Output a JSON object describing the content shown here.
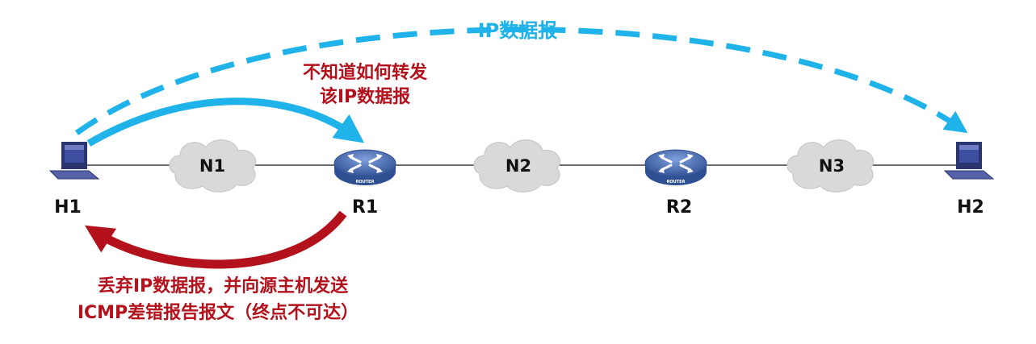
{
  "diagram": {
    "top_arc_label": "IP数据报",
    "forward_note": [
      "不知道如何转发",
      "该IP数据报"
    ],
    "discard_note": [
      "丢弃IP数据报，并向源主机发送",
      "ICMP差错报告报文（终点不可达）"
    ],
    "hosts": {
      "h1": "H1",
      "h2": "H2"
    },
    "routers": {
      "r1": "R1",
      "r2": "R2",
      "badge": "ROUTER"
    },
    "networks": {
      "n1": "N1",
      "n2": "N2",
      "n3": "N3"
    }
  },
  "colors": {
    "datagram_blue": "#1fb3ea",
    "error_red": "#b3121c",
    "link_gray": "#6e6e6e",
    "cloud_fill": "#d9d9d9",
    "router_fill": "#4a6fb5",
    "host_screen": "#3f4fa0"
  },
  "icons": {
    "host": "computer-icon",
    "router": "router-icon",
    "network": "cloud-icon"
  }
}
